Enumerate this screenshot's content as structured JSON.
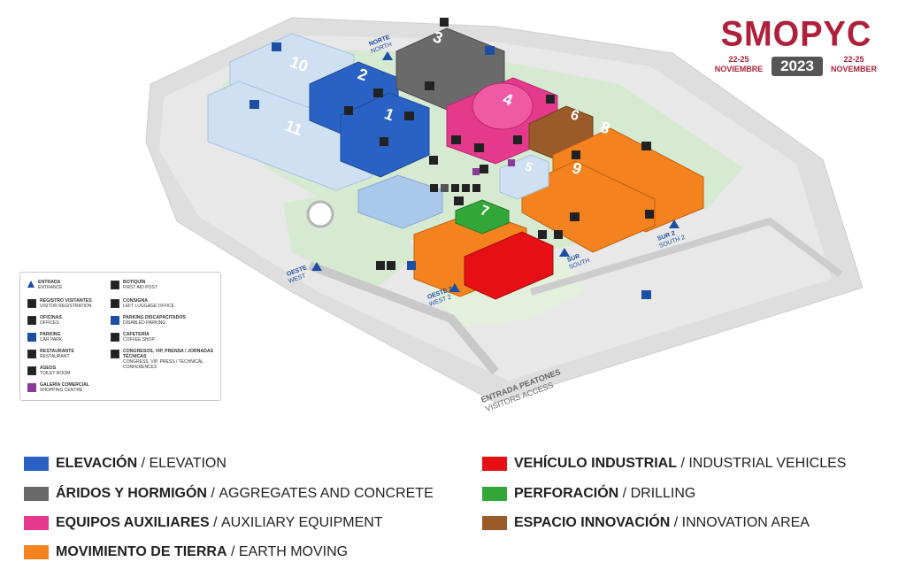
{
  "logo": {
    "title": "SMOPYC",
    "year": "2023",
    "dates_es": "22-25",
    "month_es": "NOVIEMBRE",
    "dates_en": "22-25",
    "month_en": "NOVEMBER"
  },
  "colors": {
    "elevation": "#2a61c4",
    "aggregates": "#6a6a6a",
    "auxiliary": "#e5398d",
    "earth": "#f4831f",
    "industrial": "#e50f14",
    "drilling": "#33a63a",
    "innovation": "#9a5a2a",
    "pavilion_light": "#cfe0f2",
    "ground": "#d9d9d9",
    "green": "#cfe6c4"
  },
  "pavilions": [
    {
      "id": "p10",
      "label": "10"
    },
    {
      "id": "p11",
      "label": "11"
    },
    {
      "id": "p2",
      "label": "2"
    },
    {
      "id": "p1",
      "label": "1"
    },
    {
      "id": "p3",
      "label": "3"
    },
    {
      "id": "p4",
      "label": "4"
    },
    {
      "id": "p6a",
      "label": "6"
    },
    {
      "id": "p8",
      "label": "8"
    },
    {
      "id": "p9",
      "label": "9"
    },
    {
      "id": "p5",
      "label": "5"
    },
    {
      "id": "p7",
      "label": "7"
    }
  ],
  "entrances": [
    {
      "id": "norte",
      "es": "NORTE",
      "en": "NORTH"
    },
    {
      "id": "oeste",
      "es": "OESTE",
      "en": "WEST"
    },
    {
      "id": "oeste2",
      "es": "OESTE 2",
      "en": "WEST 2"
    },
    {
      "id": "sur",
      "es": "SUR",
      "en": "SOUTH"
    },
    {
      "id": "sur2",
      "es": "SUR 2",
      "en": "SOUTH 2"
    },
    {
      "id": "peatones",
      "es": "ENTRADA PEATONES",
      "en": "VISITORS ACCESS"
    }
  ],
  "key": [
    {
      "es": "ENTRADA",
      "en": "ENTRANCE",
      "icon": "entrance-triangle-icon"
    },
    {
      "es": "REGISTRO VISITANTES",
      "en": "VISITOR REGISTRATION",
      "icon": "registration-icon"
    },
    {
      "es": "OFICINAS",
      "en": "OFFICES",
      "icon": "office-icon"
    },
    {
      "es": "PARKING",
      "en": "CAR PARK",
      "icon": "parking-icon"
    },
    {
      "es": "RESTAURANTE",
      "en": "RESTAURANT",
      "icon": "restaurant-icon"
    },
    {
      "es": "ASEOS",
      "en": "TOILET ROOM",
      "icon": "wc-icon"
    },
    {
      "es": "GALERÍA COMERCIAL",
      "en": "SHOPPING CENTRE",
      "icon": "shopping-icon"
    },
    {
      "es": "BOTIQUÍN",
      "en": "FIRST AID POST",
      "icon": "first-aid-icon"
    },
    {
      "es": "CONSIGNA",
      "en": "LEFT LUGGAGE OFFICE",
      "icon": "luggage-icon"
    },
    {
      "es": "PARKING DISCAPACITADOS",
      "en": "DISABLED PARKING",
      "icon": "disabled-parking-icon"
    },
    {
      "es": "CAFETERÍA",
      "en": "COFFEE SHOP",
      "icon": "coffee-icon"
    },
    {
      "es": "CONGRESOS, VIP, PRENSA / JORNADAS TÉCNICAS",
      "en": "CONGRESS, VIP, PRESS / TECHNICAL CONFERENCES",
      "icon": "congress-icon"
    }
  ],
  "legend": [
    {
      "key": "elevation",
      "es": "ELEVACIÓN",
      "en": "ELEVATION"
    },
    {
      "key": "aggregates",
      "es": "ÁRIDOS Y HORMIGÓN",
      "en": "AGGREGATES AND CONCRETE"
    },
    {
      "key": "auxiliary",
      "es": "EQUIPOS AUXILIARES",
      "en": "AUXILIARY EQUIPMENT"
    },
    {
      "key": "earth",
      "es": "MOVIMIENTO DE TIERRA",
      "en": "EARTH MOVING"
    },
    {
      "key": "industrial",
      "es": "VEHÍCULO INDUSTRIAL",
      "en": "INDUSTRIAL VEHICLES"
    },
    {
      "key": "drilling",
      "es": "PERFORACIÓN",
      "en": "DRILLING"
    },
    {
      "key": "innovation",
      "es": "ESPACIO INNOVACIÓN",
      "en": "INNOVATION AREA"
    }
  ]
}
